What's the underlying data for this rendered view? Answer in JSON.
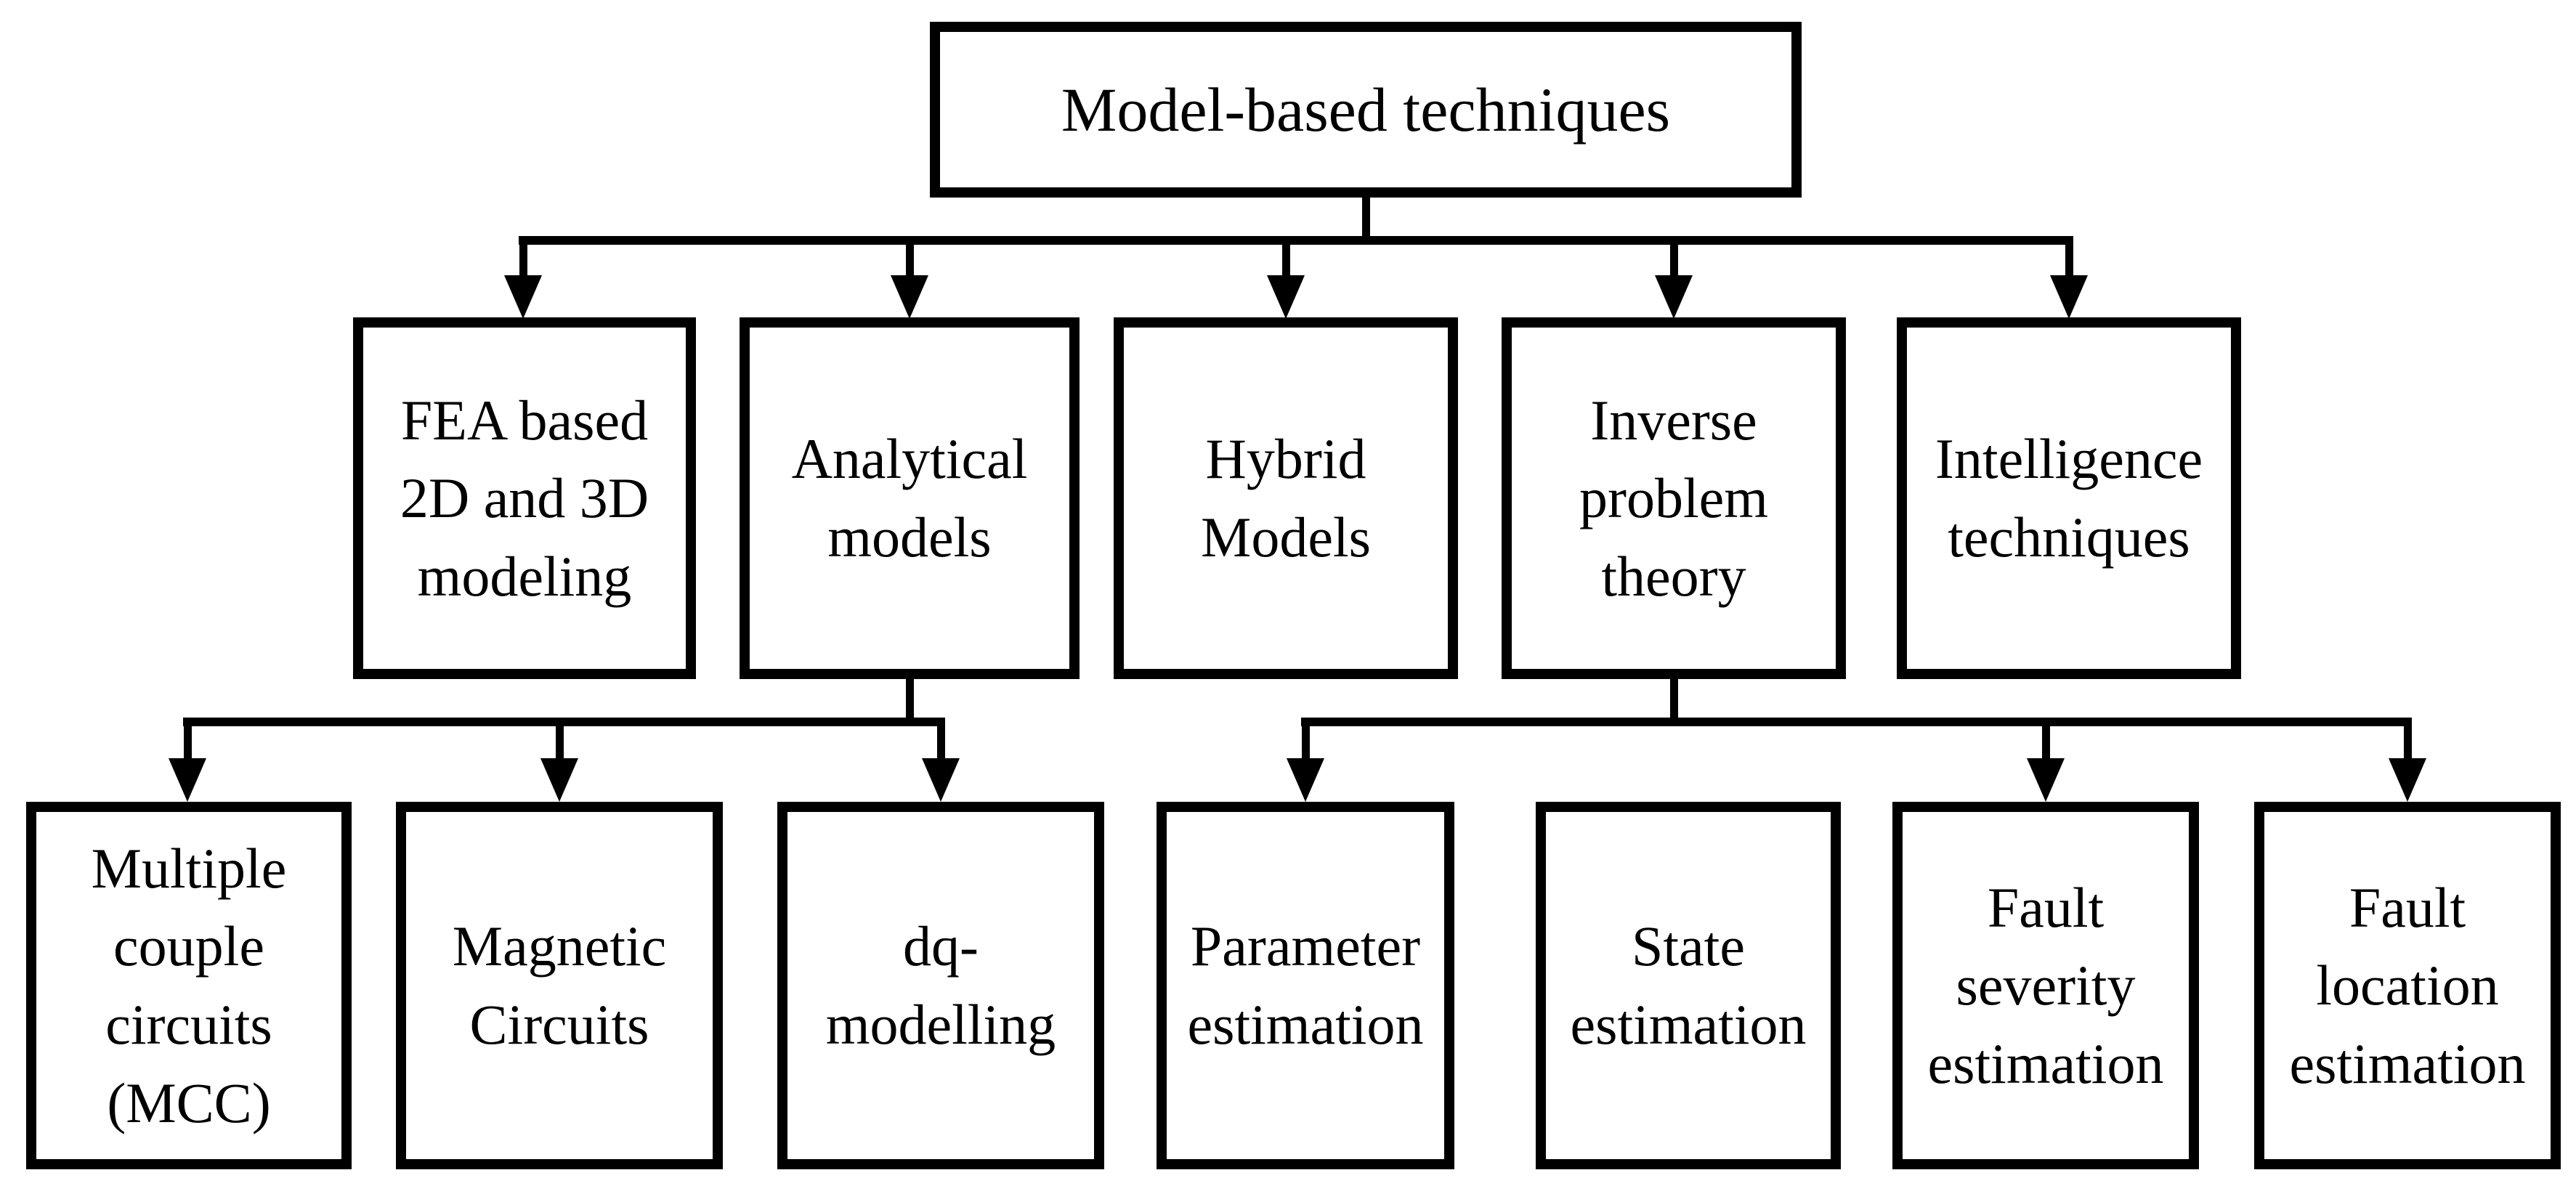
{
  "figure": {
    "type": "hierarchy-flowchart",
    "root_label": "Model-based techniques"
  },
  "colors": {
    "line": "#000000",
    "background": "#ffffff",
    "box_fill": "#ffffff"
  },
  "nodes": {
    "root": {
      "label": "Model-based techniques",
      "lines": [
        "Model-based techniques"
      ]
    },
    "fea": {
      "label": "FEA based 2D and 3D modeling",
      "lines": [
        "FEA based",
        "2D and 3D",
        "modeling"
      ]
    },
    "analytical": {
      "label": "Analytical models",
      "lines": [
        "Analytical",
        "models"
      ]
    },
    "hybrid": {
      "label": "Hybrid Models",
      "lines": [
        "Hybrid",
        "Models"
      ]
    },
    "inverse": {
      "label": "Inverse problem theory",
      "lines": [
        "Inverse",
        "problem",
        "theory"
      ]
    },
    "intelligence": {
      "label": "Intelligence techniques",
      "lines": [
        "Intelligence",
        "techniques"
      ]
    },
    "mcc": {
      "label": "Multiple couple circuits (MCC)",
      "lines": [
        "Multiple",
        "couple",
        "circuits",
        "(MCC)"
      ]
    },
    "magnetic": {
      "label": "Magnetic Circuits",
      "lines": [
        "Magnetic",
        "Circuits"
      ]
    },
    "dq": {
      "label": "dq-modelling",
      "lines": [
        "dq-",
        "modelling"
      ]
    },
    "parameter": {
      "label": "Parameter estimation",
      "lines": [
        "Parameter",
        "estimation"
      ]
    },
    "state": {
      "label": "State estimation",
      "lines": [
        "State",
        "estimation"
      ]
    },
    "severity": {
      "label": "Fault severity estimation",
      "lines": [
        "Fault",
        "severity",
        "estimation"
      ]
    },
    "location": {
      "label": "Fault location estimation",
      "lines": [
        "Fault",
        "location",
        "estimation"
      ]
    }
  },
  "edges": [
    "root->fea",
    "root->analytical",
    "root->hybrid",
    "root->inverse",
    "root->intelligence",
    "analytical->mcc",
    "analytical->magnetic",
    "analytical->dq",
    "inverse->parameter",
    "inverse->severity",
    "inverse->location"
  ]
}
